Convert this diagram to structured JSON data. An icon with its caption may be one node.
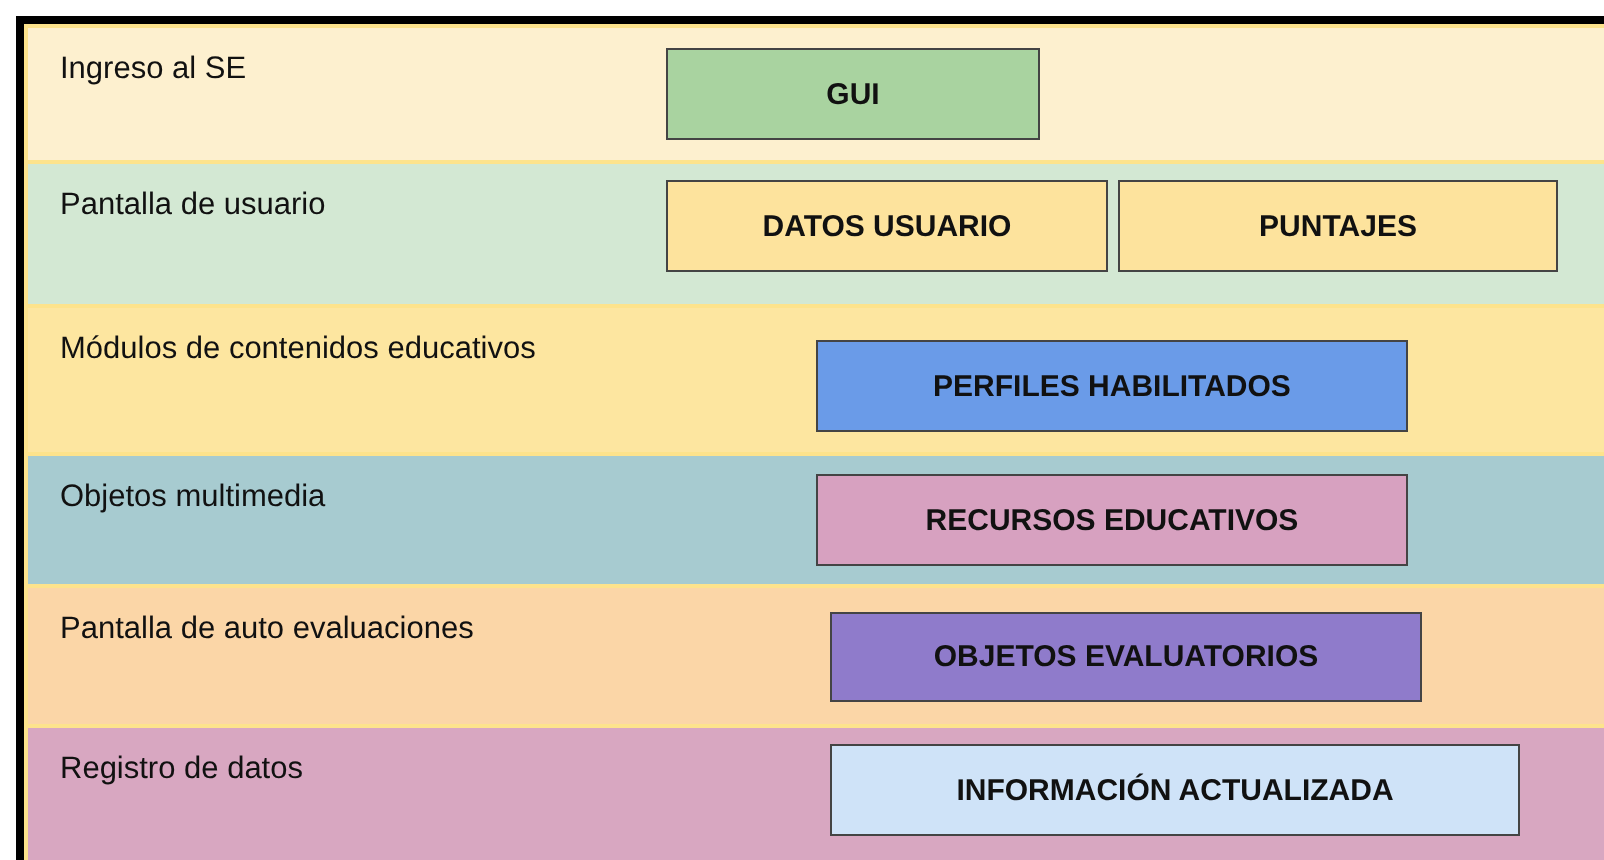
{
  "diagram": {
    "nodes": [
      {
        "text": [
          "Ingreso al SE"
        ]
      },
      {
        "text": [
          "GUI"
        ],
        "in": 0
      },
      {
        "text": [
          "Pantalla de usuario"
        ]
      },
      {
        "text": [
          "DATOS USUARIO"
        ],
        "in": 2
      },
      {
        "text": [
          "PUNTAJES"
        ],
        "in": 2
      },
      {
        "text": [
          "Módulos de contenidos educativos"
        ]
      },
      {
        "text": [
          "PERFILES HABILITADOS"
        ],
        "in": 5
      },
      {
        "text": [
          "Objetos multimedia"
        ]
      },
      {
        "text": [
          "RECURSOS EDUCATIVOS"
        ],
        "in": 7
      },
      {
        "text": [
          "Pantalla de auto evaluaciones"
        ]
      },
      {
        "text": [
          "OBJETOS EVALUATORIOS"
        ],
        "in": 9
      },
      {
        "text": [
          "Registro de datos"
        ]
      },
      {
        "text": [
          "INFORMACIÓN ACTUALIZADA"
        ],
        "in": 11
      }
    ]
  }
}
